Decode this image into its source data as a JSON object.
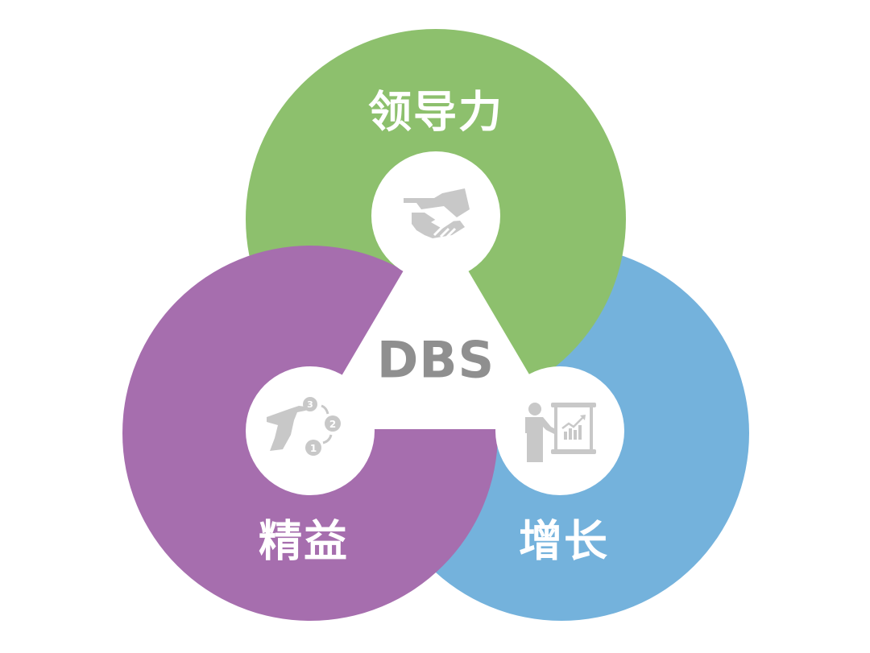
{
  "diagram": {
    "type": "three-circle-venn",
    "center_label": "DBS",
    "colors": {
      "leadership": "#8dc06d",
      "lean": "#a66eae",
      "growth": "#74b2dc",
      "core": "#ffffff",
      "icon": "#c8c8c8",
      "center_text": "#8f8f8f",
      "label_text": "#ffffff"
    },
    "circles": [
      {
        "id": "leadership",
        "label": "领导力",
        "icon": "handshake-icon"
      },
      {
        "id": "lean",
        "label": "精益",
        "icon": "hand-steps-icon",
        "step_numbers": [
          "1",
          "2",
          "3"
        ]
      },
      {
        "id": "growth",
        "label": "增长",
        "icon": "presenter-chart-icon"
      }
    ]
  }
}
